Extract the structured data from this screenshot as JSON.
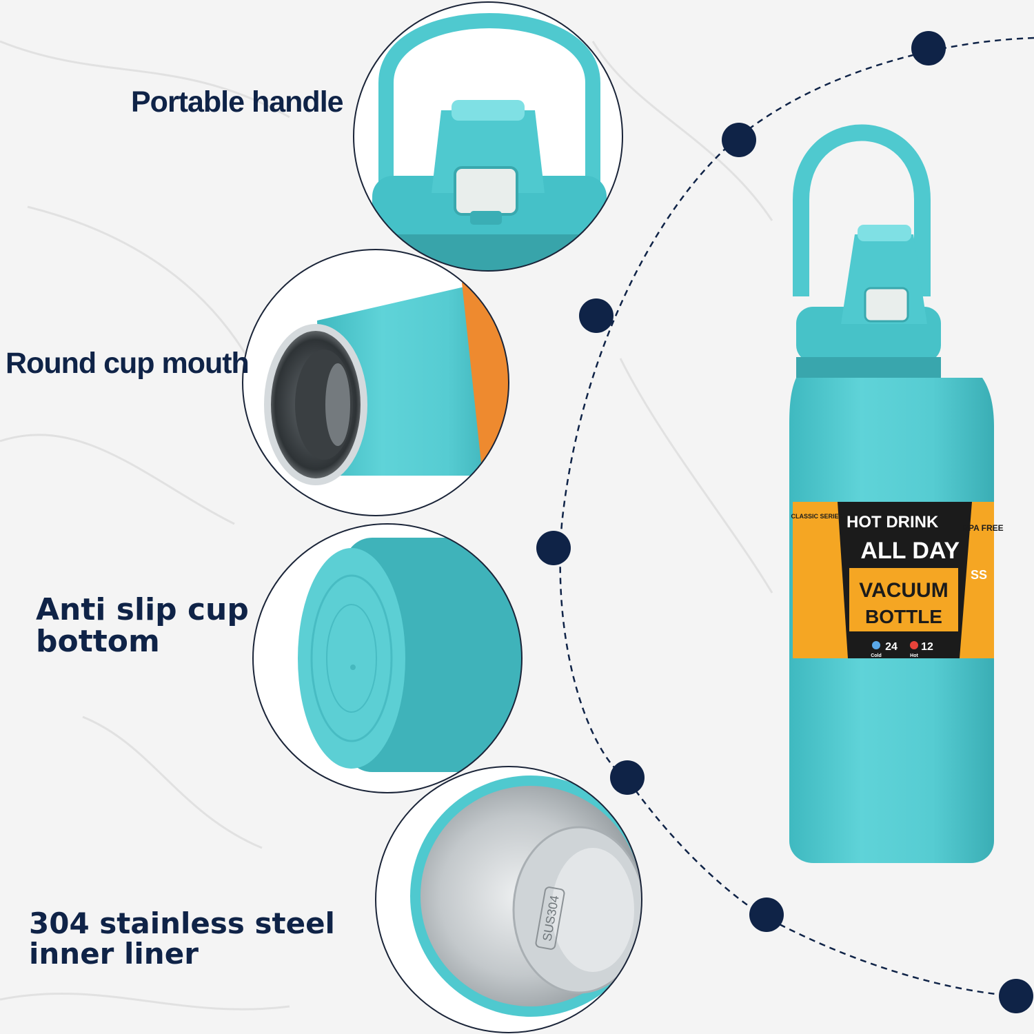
{
  "features": [
    {
      "id": "handle",
      "lines": [
        "Portable handle"
      ]
    },
    {
      "id": "mouth",
      "lines": [
        "Round cup mouth"
      ]
    },
    {
      "id": "bottom",
      "lines": [
        "Anti slip cup",
        "bottom"
      ]
    },
    {
      "id": "liner",
      "lines": [
        "304 stainless steel",
        "inner liner"
      ]
    }
  ],
  "bottle_label": {
    "series": "CLASSIC SERIES",
    "headline_1": "HOT DRINK",
    "headline_2": "ALL DAY",
    "product_1": "VACUUM",
    "product_2": "BOTTLE",
    "bpa": "BPA FREE",
    "material": "SS",
    "cold_hours": "24",
    "cold_label": "Cold",
    "hot_hours": "12",
    "hot_label": "Hot"
  },
  "liner_stamp": "SUS304",
  "colors": {
    "text_navy": "#0f2347",
    "bottle_teal": "#4fc9cf",
    "label_orange": "#f5a623",
    "label_black": "#1b1b1b",
    "steel": "#c9cdd0"
  }
}
